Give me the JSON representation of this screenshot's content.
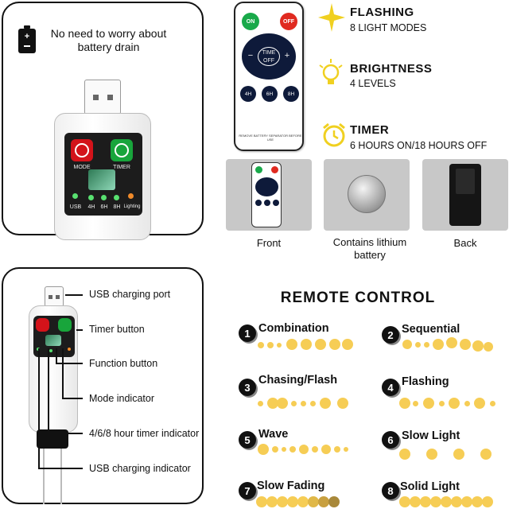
{
  "top_card": {
    "note": "No need to worry about battery drain",
    "button_labels": {
      "mode": "MODE",
      "timer": "TIMER"
    },
    "hour_labels": [
      "4H",
      "6H",
      "8H"
    ],
    "usb_label": "USB",
    "lighting_label": "Lighting"
  },
  "remote": {
    "on": "ON",
    "off": "OFF",
    "center": "TIME OFF",
    "minus": "−",
    "plus": "+",
    "timers": [
      "4H",
      "6H",
      "8H"
    ],
    "hint": "REMOVE BATTERY SEPARATOR BEFORE USE"
  },
  "features": [
    {
      "title": "FLASHING",
      "sub": "8 LIGHT MODES",
      "icon": "sparkle-icon",
      "color": "#f0d020"
    },
    {
      "title": "BRIGHTNESS",
      "sub": "4 LEVELS",
      "icon": "lightbulb-icon",
      "color": "#f0d020"
    },
    {
      "title": "TIMER",
      "sub": "6 HOURS ON/18 HOURS OFF",
      "icon": "alarm-clock-icon",
      "color": "#f0d020"
    }
  ],
  "thumbnails": [
    {
      "caption": "Front"
    },
    {
      "caption": "Contains lithium battery"
    },
    {
      "caption": "Back"
    }
  ],
  "callouts": [
    "USB charging port",
    "Timer button",
    "Function button",
    "Mode indicator",
    "4/6/8 hour timer indicator",
    "USB charging indicator"
  ],
  "remote_control": {
    "heading": "REMOTE CONTROL",
    "modes": [
      {
        "num": "1",
        "name": "Combination"
      },
      {
        "num": "2",
        "name": "Sequential"
      },
      {
        "num": "3",
        "name": "Chasing/Flash"
      },
      {
        "num": "4",
        "name": "Flashing"
      },
      {
        "num": "5",
        "name": "Wave"
      },
      {
        "num": "6",
        "name": "Slow Light"
      },
      {
        "num": "7",
        "name": "Slow Fading"
      },
      {
        "num": "8",
        "name": "Solid Light"
      }
    ]
  },
  "colors": {
    "accent_yellow": "#f0d020",
    "bulb": "#f6cd55",
    "panel": "#1c1c1c"
  }
}
